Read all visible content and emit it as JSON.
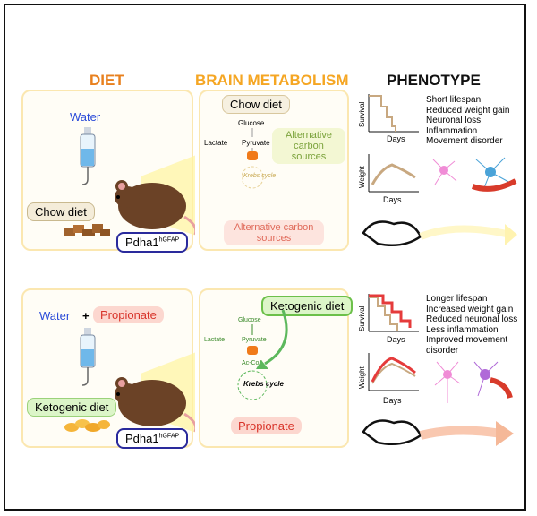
{
  "headers": {
    "diet": "DIET",
    "brain": "BRAIN METABOLISM",
    "phenotype": "PHENOTYPE"
  },
  "colors": {
    "diet": "#e8801e",
    "brain": "#f5a623",
    "phenotype": "#111111",
    "green": "#5cb85c",
    "red": "#e53b3b"
  },
  "top": {
    "water": "Water",
    "chow": "Chow diet",
    "mouse_label": "Pdha1",
    "mouse_sup": "hGFAP",
    "brain_chow": "Chow diet",
    "glucose": "Glucose",
    "lactate": "Lactate",
    "pyruvate": "Pyruvate",
    "krebs": "Krebs cycle",
    "alt1": "Alternative carbon sources",
    "alt2": "Alternative carbon sources",
    "survival": "Survival",
    "days1": "Days",
    "weight": "Weight",
    "days2": "Days",
    "phenotypes": [
      "Short lifespan",
      "Reduced weight gain",
      "Neuronal loss",
      "Inflammation",
      "Movement disorder"
    ]
  },
  "bottom": {
    "water": "Water",
    "plus": "+",
    "propionate": "Propionate",
    "keto": "Ketogenic diet",
    "mouse_label": "Pdha1",
    "mouse_sup": "hGFAP",
    "brain_keto": "Ketogenic diet",
    "glucose": "Glucose",
    "lactate": "Lactate",
    "pyruvate": "Pyruvate",
    "accoa": "Ac-CoA",
    "krebs": "Krebs cycle",
    "propionate2": "Propionate",
    "survival": "Survival",
    "days1": "Days",
    "weight": "Weight",
    "days2": "Days",
    "phenotypes": [
      "Longer lifespan",
      "Increased weight gain",
      "Reduced neuronal loss",
      "Less inflammation",
      "Improved movement disorder"
    ]
  }
}
